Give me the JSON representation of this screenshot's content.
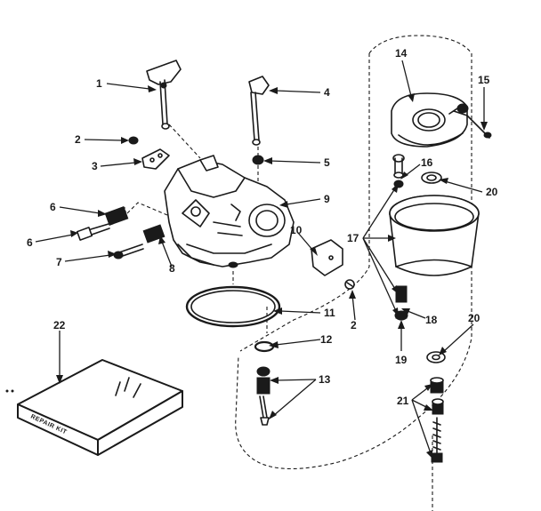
{
  "diagram": {
    "callouts": [
      "1",
      "2",
      "3",
      "4",
      "5",
      "6",
      "7",
      "8",
      "9",
      "10",
      "11",
      "2",
      "12",
      "13",
      "14",
      "15",
      "16",
      "17",
      "18",
      "19",
      "20",
      "20",
      "21",
      "22"
    ],
    "kit_label": "REPAIR KIT"
  }
}
